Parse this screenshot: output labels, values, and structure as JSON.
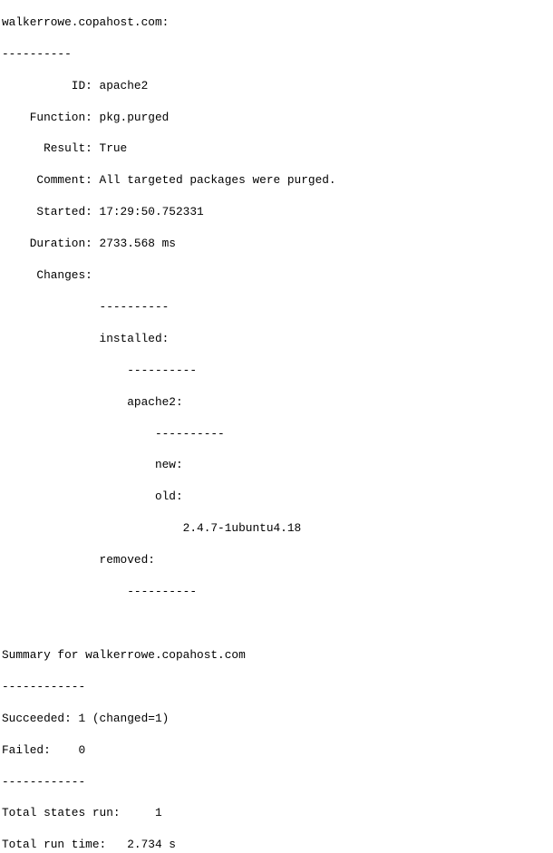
{
  "terminal": {
    "kind": "salt-state-run-output",
    "host": "walkerrowe.copahost.com",
    "colors": {
      "background": "#ffffff",
      "foreground": "#000000"
    },
    "state_result": {
      "host_header": "walkerrowe.copahost.com:",
      "host_separator": "----------",
      "id_label": "ID:",
      "id_value": "apache2",
      "function_label": "Function:",
      "function_value": "pkg.purged",
      "result_label": "Result:",
      "result_value": "True",
      "comment_label": "Comment:",
      "comment_value": "All targeted packages were purged.",
      "started_label": "Started:",
      "started_value": "17:29:50.752331",
      "duration_label": "Duration:",
      "duration_value": "2733.568 ms",
      "changes_label": "Changes:"
    },
    "changes": {
      "separator": "----------",
      "installed_label": "installed:",
      "installed_separator": "----------",
      "package_name": "apache2:",
      "package_separator": "----------",
      "new_label": "new:",
      "old_label": "old:",
      "old_value": "2.4.7-1ubuntu4.18",
      "removed_label": "removed:",
      "removed_separator": "----------"
    },
    "summary": {
      "title": "Summary for walkerrowe.copahost.com",
      "rule_top": "------------",
      "succeeded_label": "Succeeded:",
      "succeeded_value": "1 (changed=1)",
      "failed_label": "Failed:",
      "failed_value": "0",
      "rule_bottom": "------------",
      "total_states_label": "Total states run:",
      "total_states_value": "1",
      "total_time_label": "Total run time:",
      "total_time_value": "2.734 s"
    },
    "lines": [
      "walkerrowe.copahost.com:",
      "----------",
      "          ID: apache2",
      "    Function: pkg.purged",
      "      Result: True",
      "     Comment: All targeted packages were purged.",
      "     Started: 17:29:50.752331",
      "    Duration: 2733.568 ms",
      "     Changes:   ",
      "              ----------",
      "              installed:",
      "                  ----------",
      "                  apache2:",
      "                      ----------",
      "                      new:",
      "                      old:",
      "                          2.4.7-1ubuntu4.18",
      "              removed:",
      "                  ----------",
      "",
      "Summary for walkerrowe.copahost.com",
      "------------",
      "Succeeded: 1 (changed=1)",
      "Failed:    0",
      "------------",
      "Total states run:     1",
      "Total run time:   2.734 s"
    ]
  }
}
